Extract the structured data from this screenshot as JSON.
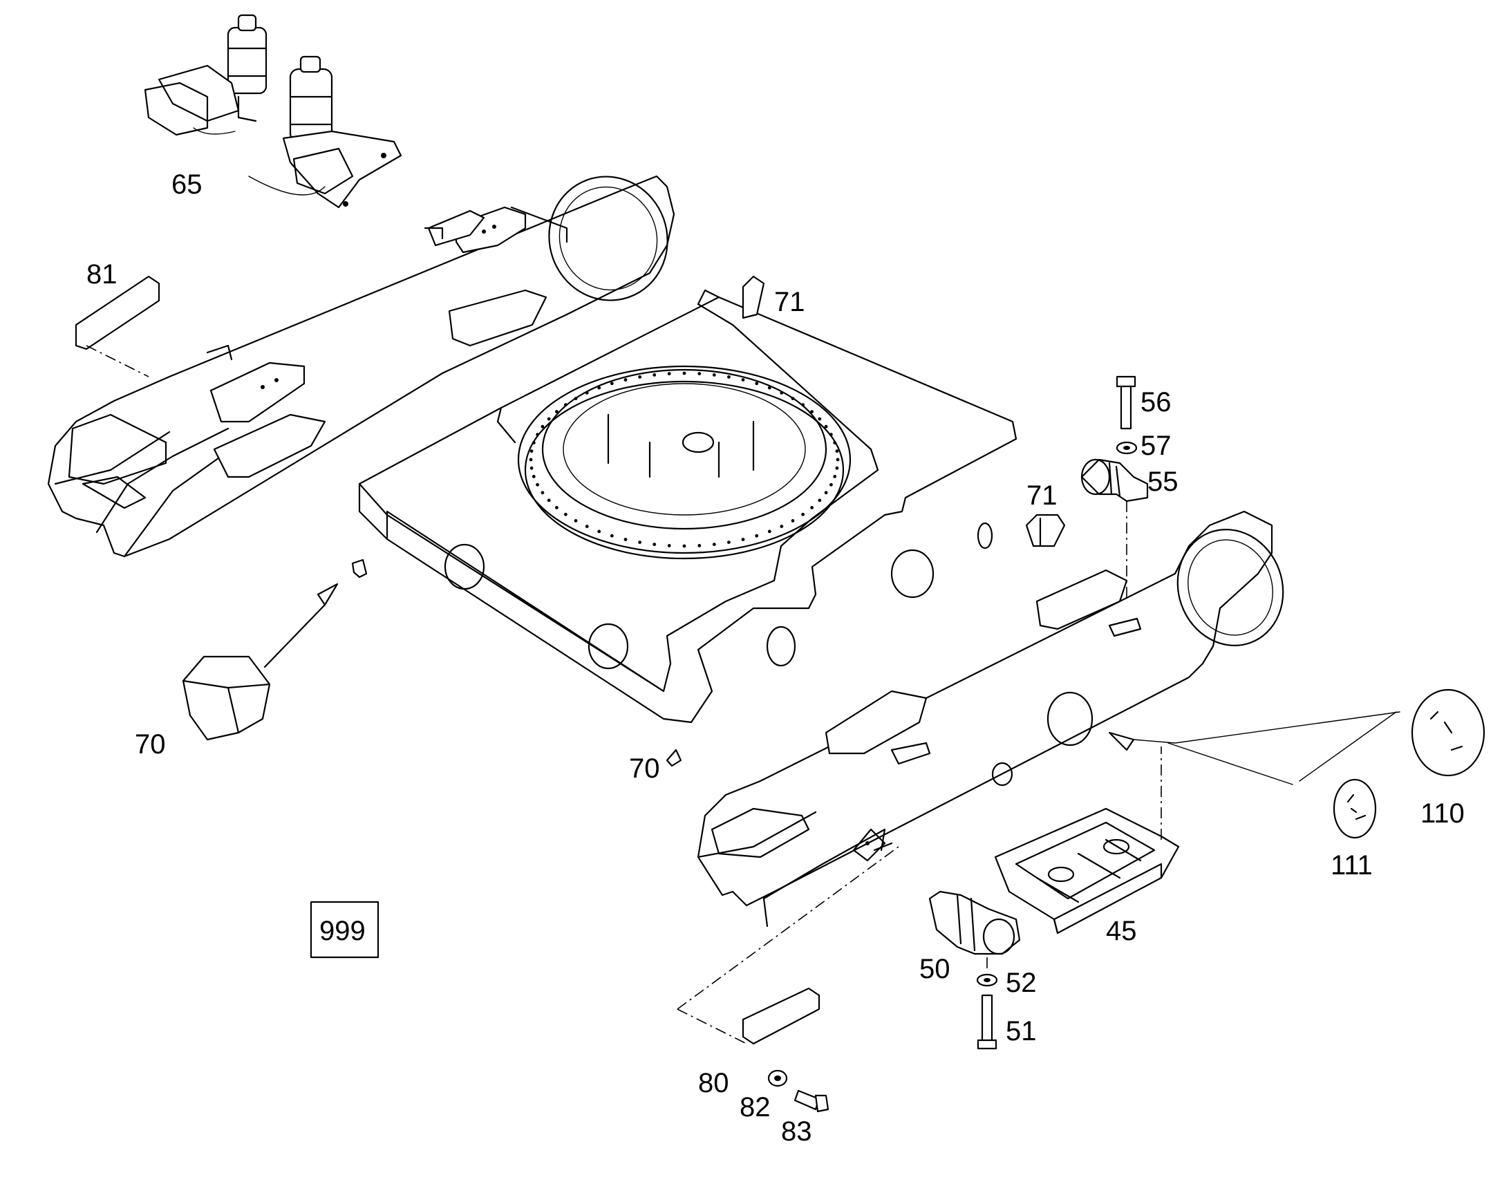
{
  "callouts": {
    "c65": "65",
    "c81": "81",
    "c71a": "71",
    "c71b": "71",
    "c56": "56",
    "c57": "57",
    "c55": "55",
    "c70a": "70",
    "c70b": "70",
    "c110": "110",
    "c111": "111",
    "c45": "45",
    "c50": "50",
    "c52": "52",
    "c51": "51",
    "c80": "80",
    "c82": "82",
    "c83": "83",
    "c999": "999"
  }
}
